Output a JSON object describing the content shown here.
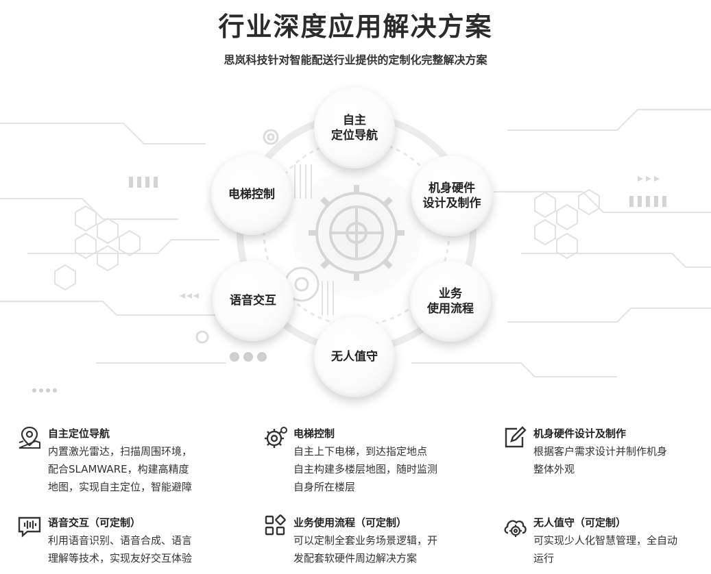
{
  "header": {
    "title": "行业深度应用解决方案",
    "subtitle": "思岚科技针对智能配送行业提供的定制化完整解决方案"
  },
  "diagram": {
    "nodes": [
      {
        "label": "自主\n定位导航"
      },
      {
        "label": "机身硬件\n设计及制作"
      },
      {
        "label": "业务\n使用流程"
      },
      {
        "label": "无人值守"
      },
      {
        "label": "语音交互"
      },
      {
        "label": "电梯控制"
      }
    ]
  },
  "features": [
    {
      "icon": "map-pin-icon",
      "title": "自主定位导航",
      "desc": "内置激光雷达，扫描周围环境，\n配合SLAMWARE，构建高精度\n地图，实现自主定位，智能避障"
    },
    {
      "icon": "gear-icon",
      "title": "电梯控制",
      "desc": "自主上下电梯，到达指定地点\n自主构建多楼层地图，随时监测\n自身所在楼层"
    },
    {
      "icon": "edit-icon",
      "title": "机身硬件设计及制作",
      "desc": "根据客户需求设计并制作机身\n整体外观"
    },
    {
      "icon": "voice-chat-icon",
      "title": "语音交互（可定制）",
      "desc": "利用语音识别、语音合成、语言\n理解等技术，实现友好交互体验"
    },
    {
      "icon": "grid-icon",
      "title": "业务使用流程（可定制）",
      "desc": "可以定制全套业务场景逻辑，开\n发配套软硬件周边解决方案"
    },
    {
      "icon": "cloud-gear-icon",
      "title": "无人值守（可定制）",
      "desc": "可实现少人化智慧管理，全自动\n运行"
    }
  ]
}
